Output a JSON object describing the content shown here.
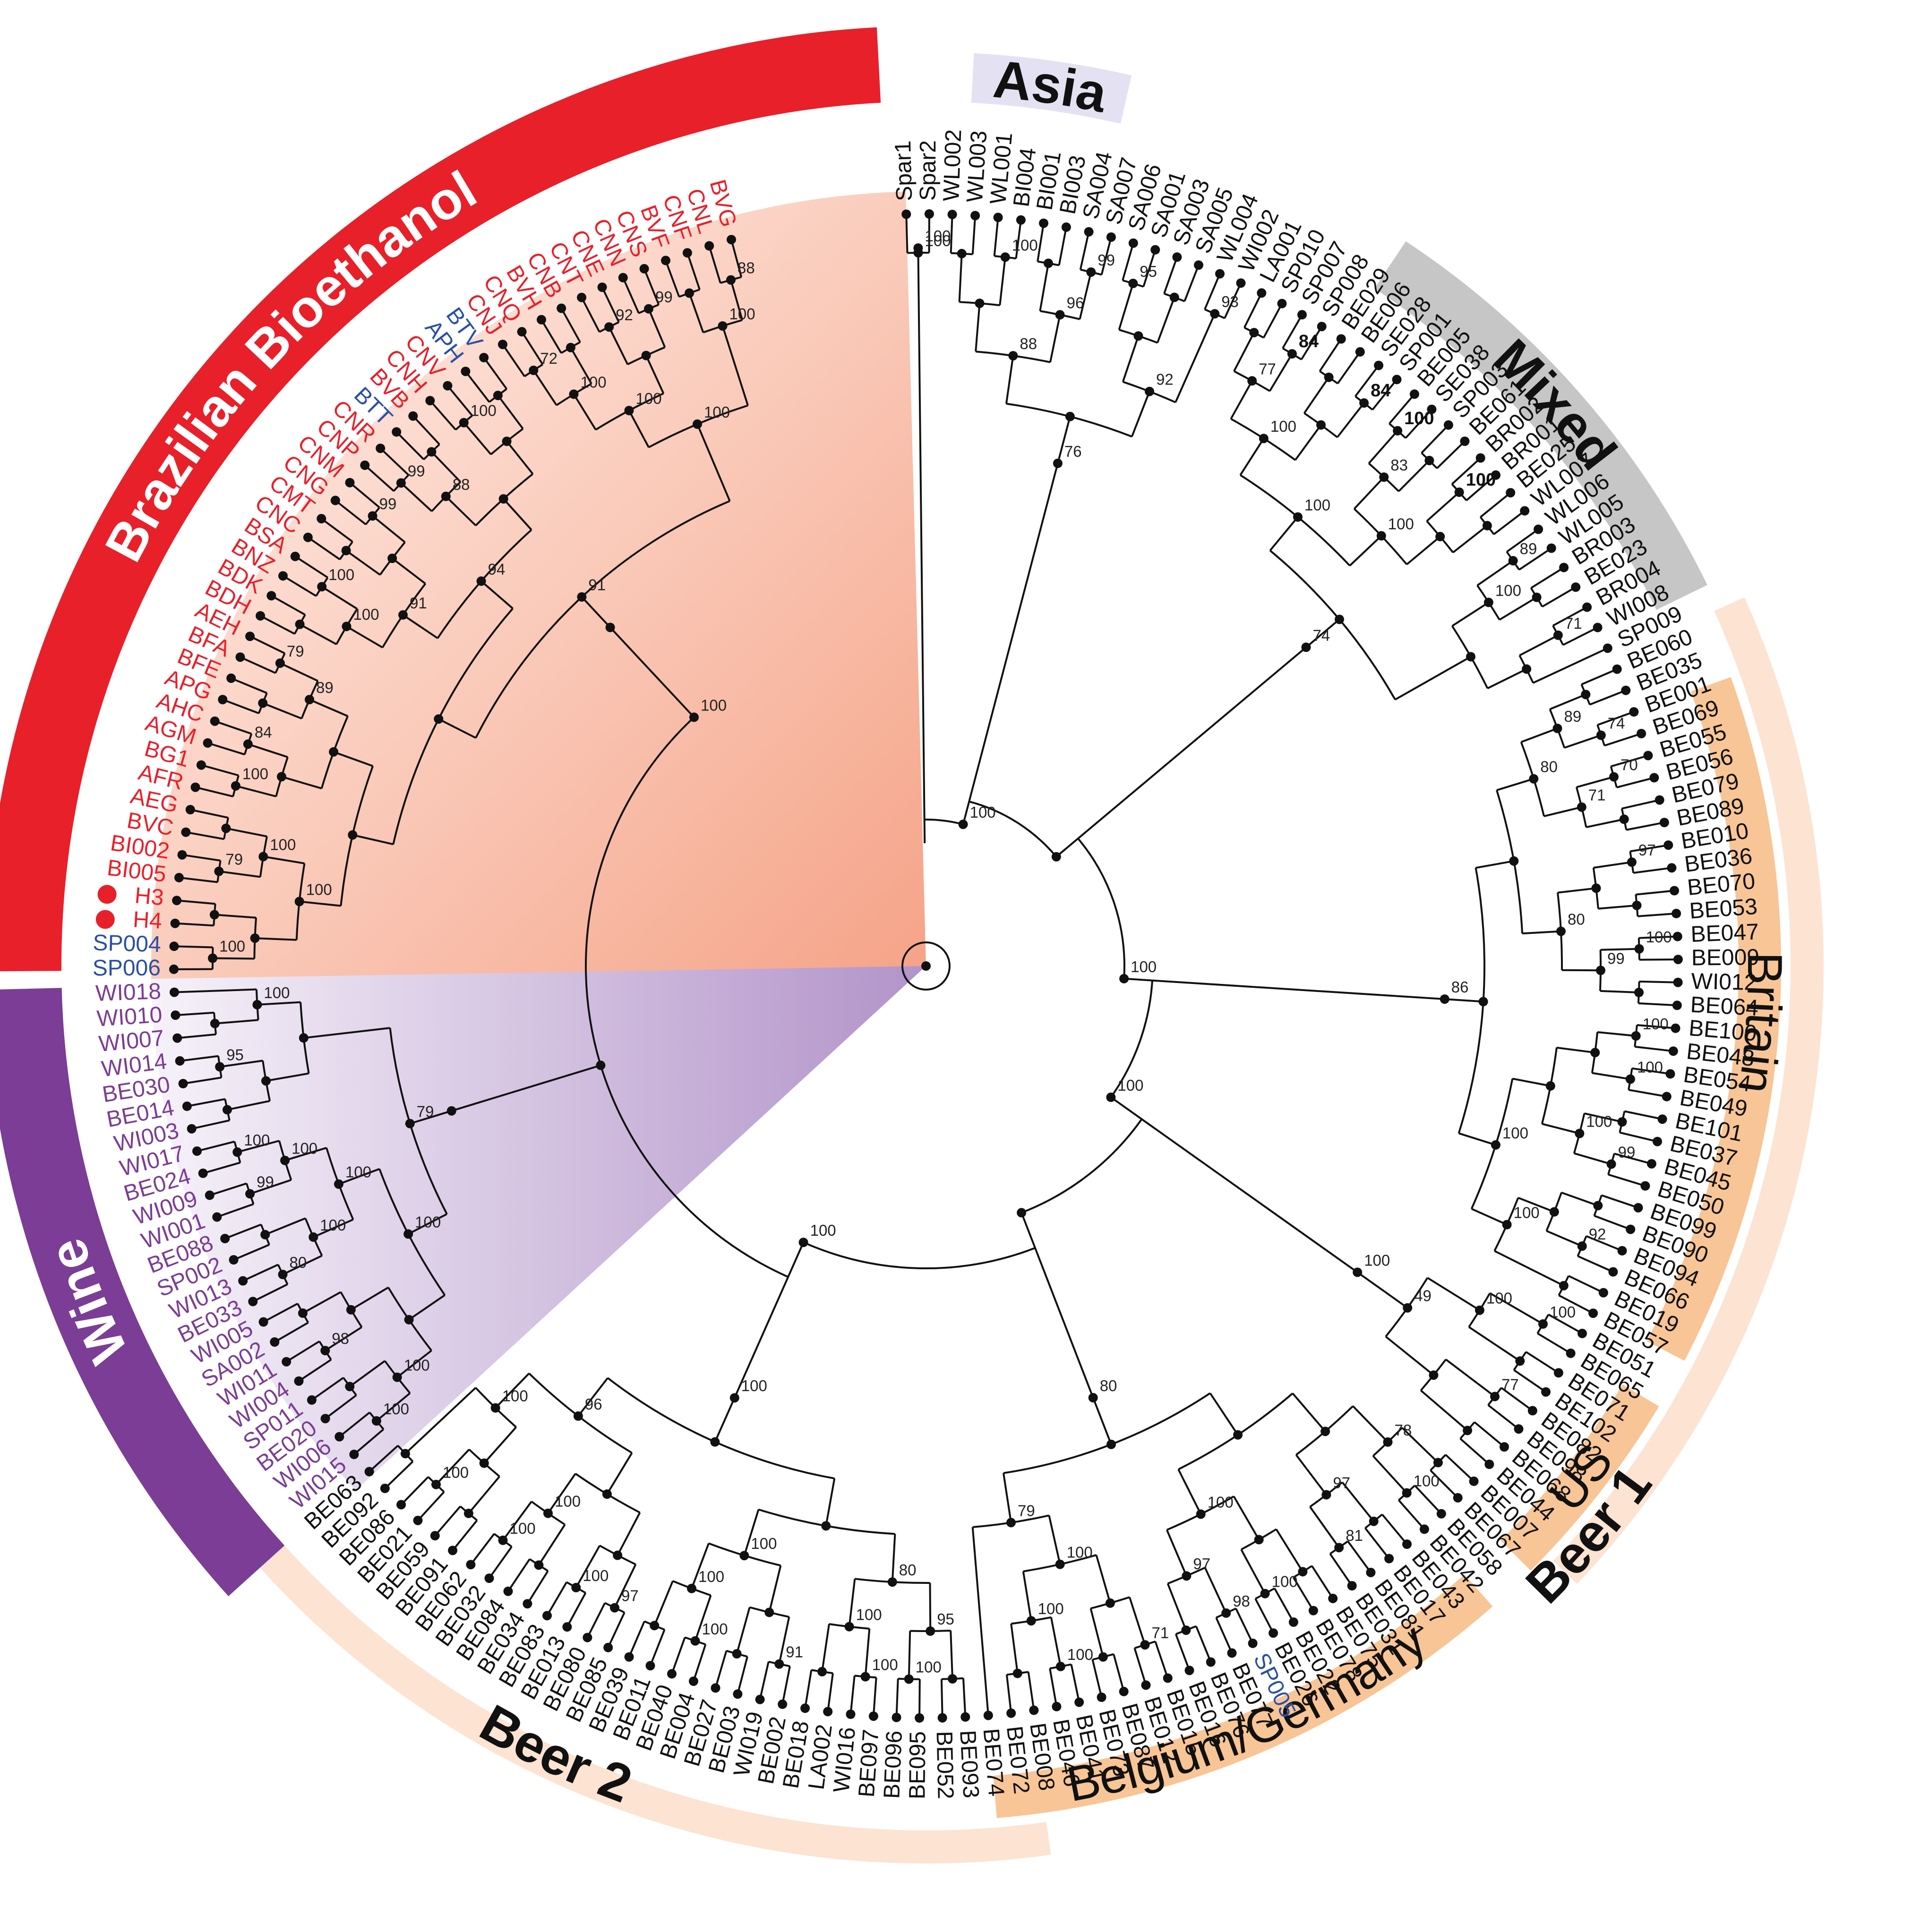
{
  "colors": {
    "bioethanol": "#e8202a",
    "bioethanol_fill_from": "#fde8e2",
    "bioethanol_fill_to": "#f6a88f",
    "wine": "#7b3d95",
    "wine_fill_from": "#f2eef6",
    "wine_fill_to": "#b99dcc",
    "asia": "#e4e2f2",
    "mixed": "#c6c6c6",
    "beer_light": "#fde3d2",
    "beer_dark": "#f8c596",
    "reference_strain_blue": "#2b4fa6",
    "branch": "#111111"
  },
  "clades": {
    "bioethanol": "Brazilian Bioethanol",
    "wine": "Wine",
    "asia": "Asia",
    "mixed": "Mixed",
    "britain": "Britain",
    "us": "US",
    "beer1": "Beer 1",
    "belgium": "Belgium/Germany",
    "beer2": "Beer 2"
  },
  "leaves": [
    {
      "label": "Spar1",
      "color": "black"
    },
    {
      "label": "Spar2",
      "color": "black"
    },
    {
      "label": "WL002",
      "color": "black"
    },
    {
      "label": "WL003",
      "color": "black"
    },
    {
      "label": "WL001",
      "color": "black"
    },
    {
      "label": "BI004",
      "color": "black"
    },
    {
      "label": "BI001",
      "color": "black"
    },
    {
      "label": "BI003",
      "color": "black"
    },
    {
      "label": "SA004",
      "color": "black"
    },
    {
      "label": "SA007",
      "color": "black"
    },
    {
      "label": "SA006",
      "color": "black"
    },
    {
      "label": "SA001",
      "color": "black"
    },
    {
      "label": "SA003",
      "color": "black"
    },
    {
      "label": "SA005",
      "color": "black"
    },
    {
      "label": "WL004",
      "color": "black"
    },
    {
      "label": "WI002",
      "color": "black"
    },
    {
      "label": "LA001",
      "color": "black"
    },
    {
      "label": "SP010",
      "color": "black"
    },
    {
      "label": "SP007",
      "color": "black"
    },
    {
      "label": "SP008",
      "color": "black"
    },
    {
      "label": "BE029",
      "color": "black"
    },
    {
      "label": "BE006",
      "color": "black"
    },
    {
      "label": "SE028",
      "color": "black"
    },
    {
      "label": "SP001",
      "color": "black"
    },
    {
      "label": "BE005",
      "color": "black"
    },
    {
      "label": "SE038",
      "color": "black"
    },
    {
      "label": "SP003",
      "color": "black"
    },
    {
      "label": "BE061",
      "color": "black"
    },
    {
      "label": "BR002",
      "color": "black"
    },
    {
      "label": "BR001",
      "color": "black"
    },
    {
      "label": "BE025",
      "color": "black"
    },
    {
      "label": "WL007",
      "color": "black"
    },
    {
      "label": "WL006",
      "color": "black"
    },
    {
      "label": "WL005",
      "color": "black"
    },
    {
      "label": "BR003",
      "color": "black"
    },
    {
      "label": "BE023",
      "color": "black"
    },
    {
      "label": "BR004",
      "color": "black"
    },
    {
      "label": "WI008",
      "color": "black"
    },
    {
      "label": "SP009",
      "color": "black"
    },
    {
      "label": "BE060",
      "color": "black"
    },
    {
      "label": "BE035",
      "color": "black"
    },
    {
      "label": "BE001",
      "color": "black"
    },
    {
      "label": "BE069",
      "color": "black"
    },
    {
      "label": "BE055",
      "color": "black"
    },
    {
      "label": "BE056",
      "color": "black"
    },
    {
      "label": "BE079",
      "color": "black"
    },
    {
      "label": "BE089",
      "color": "black"
    },
    {
      "label": "BE010",
      "color": "black"
    },
    {
      "label": "BE036",
      "color": "black"
    },
    {
      "label": "BE070",
      "color": "black"
    },
    {
      "label": "BE053",
      "color": "black"
    },
    {
      "label": "BE047",
      "color": "black"
    },
    {
      "label": "BE009",
      "color": "black"
    },
    {
      "label": "WI012",
      "color": "black"
    },
    {
      "label": "BE064",
      "color": "black"
    },
    {
      "label": "BE100",
      "color": "black"
    },
    {
      "label": "BE048",
      "color": "black"
    },
    {
      "label": "BE054",
      "color": "black"
    },
    {
      "label": "BE049",
      "color": "black"
    },
    {
      "label": "BE101",
      "color": "black"
    },
    {
      "label": "BE037",
      "color": "black"
    },
    {
      "label": "BE045",
      "color": "black"
    },
    {
      "label": "BE050",
      "color": "black"
    },
    {
      "label": "BE099",
      "color": "black"
    },
    {
      "label": "BE090",
      "color": "black"
    },
    {
      "label": "BE094",
      "color": "black"
    },
    {
      "label": "BE066",
      "color": "black"
    },
    {
      "label": "BE019",
      "color": "black"
    },
    {
      "label": "BE057",
      "color": "black"
    },
    {
      "label": "BE051",
      "color": "black"
    },
    {
      "label": "BE065",
      "color": "black"
    },
    {
      "label": "BE071",
      "color": "black"
    },
    {
      "label": "BE102",
      "color": "black"
    },
    {
      "label": "BE082",
      "color": "black"
    },
    {
      "label": "BE098",
      "color": "black"
    },
    {
      "label": "BE068",
      "color": "black"
    },
    {
      "label": "BE044",
      "color": "black"
    },
    {
      "label": "BE007",
      "color": "black"
    },
    {
      "label": "BE067",
      "color": "black"
    },
    {
      "label": "BE058",
      "color": "black"
    },
    {
      "label": "BE042",
      "color": "black"
    },
    {
      "label": "BE043",
      "color": "black"
    },
    {
      "label": "BE017",
      "color": "black"
    },
    {
      "label": "BE081",
      "color": "black"
    },
    {
      "label": "BE031",
      "color": "black"
    },
    {
      "label": "BE075",
      "color": "black"
    },
    {
      "label": "BE078",
      "color": "black"
    },
    {
      "label": "BE022",
      "color": "black"
    },
    {
      "label": "BE026",
      "color": "black"
    },
    {
      "label": "SP005",
      "color": "blue"
    },
    {
      "label": "BE077",
      "color": "black"
    },
    {
      "label": "BE076",
      "color": "black"
    },
    {
      "label": "BE016",
      "color": "black"
    },
    {
      "label": "BE015",
      "color": "black"
    },
    {
      "label": "BE012",
      "color": "black"
    },
    {
      "label": "BE087",
      "color": "black"
    },
    {
      "label": "BE073",
      "color": "black"
    },
    {
      "label": "BE041",
      "color": "black"
    },
    {
      "label": "BE046",
      "color": "black"
    },
    {
      "label": "BE008",
      "color": "black"
    },
    {
      "label": "BE072",
      "color": "black"
    },
    {
      "label": "BE074",
      "color": "black"
    },
    {
      "label": "BE093",
      "color": "black"
    },
    {
      "label": "BE052",
      "color": "black"
    },
    {
      "label": "BE095",
      "color": "black"
    },
    {
      "label": "BE096",
      "color": "black"
    },
    {
      "label": "BE097",
      "color": "black"
    },
    {
      "label": "WI016",
      "color": "black"
    },
    {
      "label": "LA002",
      "color": "black"
    },
    {
      "label": "BE018",
      "color": "black"
    },
    {
      "label": "BE002",
      "color": "black"
    },
    {
      "label": "WI019",
      "color": "black"
    },
    {
      "label": "BE003",
      "color": "black"
    },
    {
      "label": "BE027",
      "color": "black"
    },
    {
      "label": "BE004",
      "color": "black"
    },
    {
      "label": "BE040",
      "color": "black"
    },
    {
      "label": "BE011",
      "color": "black"
    },
    {
      "label": "BE039",
      "color": "black"
    },
    {
      "label": "BE085",
      "color": "black"
    },
    {
      "label": "BE080",
      "color": "black"
    },
    {
      "label": "BE013",
      "color": "black"
    },
    {
      "label": "BE083",
      "color": "black"
    },
    {
      "label": "BE034",
      "color": "black"
    },
    {
      "label": "BE084",
      "color": "black"
    },
    {
      "label": "BE032",
      "color": "black"
    },
    {
      "label": "BE062",
      "color": "black"
    },
    {
      "label": "BE091",
      "color": "black"
    },
    {
      "label": "BE059",
      "color": "black"
    },
    {
      "label": "BE021",
      "color": "black"
    },
    {
      "label": "BE086",
      "color": "black"
    },
    {
      "label": "BE092",
      "color": "black"
    },
    {
      "label": "BE063",
      "color": "black"
    },
    {
      "label": "WI015",
      "color": "purple"
    },
    {
      "label": "WI006",
      "color": "purple"
    },
    {
      "label": "BE020",
      "color": "purple"
    },
    {
      "label": "SP011",
      "color": "purple"
    },
    {
      "label": "WI004",
      "color": "purple"
    },
    {
      "label": "WI011",
      "color": "purple"
    },
    {
      "label": "SA002",
      "color": "purple"
    },
    {
      "label": "WI005",
      "color": "purple"
    },
    {
      "label": "BE033",
      "color": "purple"
    },
    {
      "label": "WI013",
      "color": "purple"
    },
    {
      "label": "SP002",
      "color": "purple"
    },
    {
      "label": "BE088",
      "color": "purple"
    },
    {
      "label": "WI001",
      "color": "purple"
    },
    {
      "label": "WI009",
      "color": "purple"
    },
    {
      "label": "BE024",
      "color": "purple"
    },
    {
      "label": "WI017",
      "color": "purple"
    },
    {
      "label": "WI003",
      "color": "purple"
    },
    {
      "label": "BE014",
      "color": "purple"
    },
    {
      "label": "BE030",
      "color": "purple"
    },
    {
      "label": "WI014",
      "color": "purple"
    },
    {
      "label": "WI007",
      "color": "purple"
    },
    {
      "label": "WI010",
      "color": "purple"
    },
    {
      "label": "WI018",
      "color": "purple"
    },
    {
      "label": "SP006",
      "color": "blue"
    },
    {
      "label": "SP004",
      "color": "blue"
    },
    {
      "label": "H4",
      "color": "red",
      "marker": true
    },
    {
      "label": "H3",
      "color": "red",
      "marker": true
    },
    {
      "label": "BI005",
      "color": "red"
    },
    {
      "label": "BI002",
      "color": "red"
    },
    {
      "label": "BVC",
      "color": "red"
    },
    {
      "label": "AEG",
      "color": "red"
    },
    {
      "label": "AFR",
      "color": "red"
    },
    {
      "label": "BG1",
      "color": "red"
    },
    {
      "label": "AGM",
      "color": "red"
    },
    {
      "label": "AHC",
      "color": "red"
    },
    {
      "label": "APG",
      "color": "red"
    },
    {
      "label": "BFE",
      "color": "red"
    },
    {
      "label": "BFA",
      "color": "red"
    },
    {
      "label": "AEH",
      "color": "red"
    },
    {
      "label": "BDH",
      "color": "red"
    },
    {
      "label": "BDK",
      "color": "red"
    },
    {
      "label": "BNZ",
      "color": "red"
    },
    {
      "label": "BSA",
      "color": "red"
    },
    {
      "label": "CNC",
      "color": "red"
    },
    {
      "label": "CMT",
      "color": "red"
    },
    {
      "label": "CNG",
      "color": "red"
    },
    {
      "label": "CNM",
      "color": "red"
    },
    {
      "label": "CNP",
      "color": "red"
    },
    {
      "label": "CNR",
      "color": "red"
    },
    {
      "label": "BTT",
      "color": "blue"
    },
    {
      "label": "BVB",
      "color": "red"
    },
    {
      "label": "CNH",
      "color": "red"
    },
    {
      "label": "CNV",
      "color": "red"
    },
    {
      "label": "APH",
      "color": "blue"
    },
    {
      "label": "BTV",
      "color": "blue"
    },
    {
      "label": "CNJ",
      "color": "red"
    },
    {
      "label": "CNQ",
      "color": "red"
    },
    {
      "label": "BVH",
      "color": "red"
    },
    {
      "label": "CNB",
      "color": "red"
    },
    {
      "label": "CNT",
      "color": "red"
    },
    {
      "label": "CNE",
      "color": "red"
    },
    {
      "label": "CNN",
      "color": "red"
    },
    {
      "label": "CNS",
      "color": "red"
    },
    {
      "label": "BVF",
      "color": "red"
    },
    {
      "label": "CNF",
      "color": "red"
    },
    {
      "label": "CNL",
      "color": "red"
    },
    {
      "label": "BVG",
      "color": "red"
    }
  ],
  "bootstrap": [
    {
      "v": "100",
      "k": "plain"
    },
    {
      "v": "100",
      "k": "plain"
    },
    {
      "v": "100",
      "k": "plain"
    },
    {
      "v": "99",
      "k": "plain"
    },
    {
      "v": "95",
      "k": "plain"
    },
    {
      "v": "93",
      "k": "plain"
    },
    {
      "v": "96",
      "k": "plain"
    },
    {
      "v": "88",
      "k": "plain"
    },
    {
      "v": "92",
      "k": "plain"
    },
    {
      "v": "76",
      "k": "plain"
    },
    {
      "v": "84",
      "k": "bold"
    },
    {
      "v": "84",
      "k": "bold"
    },
    {
      "v": "100",
      "k": "bold"
    },
    {
      "v": "100",
      "k": "bold"
    },
    {
      "v": "89",
      "k": "plain"
    },
    {
      "v": "71",
      "k": "plain"
    },
    {
      "v": "77",
      "k": "plain"
    },
    {
      "v": "83",
      "k": "plain"
    },
    {
      "v": "100",
      "k": "plain"
    },
    {
      "v": "100",
      "k": "plain"
    },
    {
      "v": "100",
      "k": "plain"
    },
    {
      "v": "100",
      "k": "plain"
    },
    {
      "v": "74",
      "k": "plain"
    },
    {
      "v": "74",
      "k": "plain"
    },
    {
      "v": "70",
      "k": "plain"
    },
    {
      "v": "97",
      "k": "plain"
    },
    {
      "v": "100",
      "k": "plain"
    },
    {
      "v": "100",
      "k": "plain"
    },
    {
      "v": "100",
      "k": "plain"
    },
    {
      "v": "99",
      "k": "plain"
    },
    {
      "v": "92",
      "k": "plain"
    },
    {
      "v": "89",
      "k": "plain"
    },
    {
      "v": "71",
      "k": "plain"
    },
    {
      "v": "99",
      "k": "plain"
    },
    {
      "v": "100",
      "k": "plain"
    },
    {
      "v": "80",
      "k": "plain"
    },
    {
      "v": "80",
      "k": "plain"
    },
    {
      "v": "100",
      "k": "plain"
    },
    {
      "v": "100",
      "k": "plain"
    },
    {
      "v": "86",
      "k": "plain"
    },
    {
      "v": "100",
      "k": "plain"
    },
    {
      "v": "77",
      "k": "plain"
    },
    {
      "v": "100",
      "k": "plain"
    },
    {
      "v": "49",
      "k": "plain"
    },
    {
      "v": "100",
      "k": "plain"
    },
    {
      "v": "100",
      "k": "plain"
    },
    {
      "v": "81",
      "k": "plain"
    },
    {
      "v": "100",
      "k": "plain"
    },
    {
      "v": "98",
      "k": "plain"
    },
    {
      "v": "71",
      "k": "plain"
    },
    {
      "v": "100",
      "k": "plain"
    },
    {
      "v": "78",
      "k": "plain"
    },
    {
      "v": "97",
      "k": "plain"
    },
    {
      "v": "97",
      "k": "plain"
    },
    {
      "v": "100",
      "k": "plain"
    },
    {
      "v": "100",
      "k": "plain"
    },
    {
      "v": "100",
      "k": "plain"
    },
    {
      "v": "79",
      "k": "plain"
    },
    {
      "v": "80",
      "k": "plain"
    },
    {
      "v": "100",
      "k": "plain"
    },
    {
      "v": "100",
      "k": "plain"
    },
    {
      "v": "91",
      "k": "plain"
    },
    {
      "v": "100",
      "k": "plain"
    },
    {
      "v": "97",
      "k": "plain"
    },
    {
      "v": "100",
      "k": "plain"
    },
    {
      "v": "100",
      "k": "plain"
    },
    {
      "v": "100",
      "k": "plain"
    },
    {
      "v": "95",
      "k": "plain"
    },
    {
      "v": "100",
      "k": "plain"
    },
    {
      "v": "100",
      "k": "plain"
    },
    {
      "v": "100",
      "k": "plain"
    },
    {
      "v": "80",
      "k": "plain"
    },
    {
      "v": "100",
      "k": "plain"
    },
    {
      "v": "100",
      "k": "plain"
    },
    {
      "v": "96",
      "k": "plain"
    },
    {
      "v": "100",
      "k": "plain"
    },
    {
      "v": "100",
      "k": "plain"
    },
    {
      "v": "98",
      "k": "plain"
    },
    {
      "v": "80",
      "k": "plain"
    },
    {
      "v": "99",
      "k": "plain"
    },
    {
      "v": "100",
      "k": "plain"
    },
    {
      "v": "95",
      "k": "plain"
    },
    {
      "v": "100",
      "k": "plain"
    },
    {
      "v": "100",
      "k": "plain"
    },
    {
      "v": "100",
      "k": "plain"
    },
    {
      "v": "100",
      "k": "plain"
    },
    {
      "v": "100",
      "k": "plain"
    },
    {
      "v": "100",
      "k": "plain"
    },
    {
      "v": "79",
      "k": "plain"
    },
    {
      "v": "100",
      "k": "plain"
    },
    {
      "v": "79",
      "k": "plain"
    },
    {
      "v": "100",
      "k": "plain"
    },
    {
      "v": "84",
      "k": "plain"
    },
    {
      "v": "79",
      "k": "plain"
    },
    {
      "v": "100",
      "k": "plain"
    },
    {
      "v": "99",
      "k": "plain"
    },
    {
      "v": "99",
      "k": "plain"
    },
    {
      "v": "100",
      "k": "plain"
    },
    {
      "v": "72",
      "k": "plain"
    },
    {
      "v": "92",
      "k": "plain"
    },
    {
      "v": "99",
      "k": "plain"
    },
    {
      "v": "88",
      "k": "plain"
    },
    {
      "v": "100",
      "k": "plain"
    },
    {
      "v": "89",
      "k": "plain"
    },
    {
      "v": "100",
      "k": "plain"
    },
    {
      "v": "88",
      "k": "plain"
    },
    {
      "v": "100",
      "k": "plain"
    },
    {
      "v": "100",
      "k": "plain"
    },
    {
      "v": "100",
      "k": "plain"
    },
    {
      "v": "91",
      "k": "plain"
    },
    {
      "v": "100",
      "k": "plain"
    },
    {
      "v": "94",
      "k": "plain"
    },
    {
      "v": "100",
      "k": "plain"
    },
    {
      "v": "91",
      "k": "plain"
    },
    {
      "v": "100",
      "k": "plain"
    },
    {
      "v": "100",
      "k": "plain"
    },
    {
      "v": "100",
      "k": "plain"
    },
    {
      "v": "100",
      "k": "plain"
    },
    {
      "v": "100",
      "k": "plain"
    }
  ]
}
